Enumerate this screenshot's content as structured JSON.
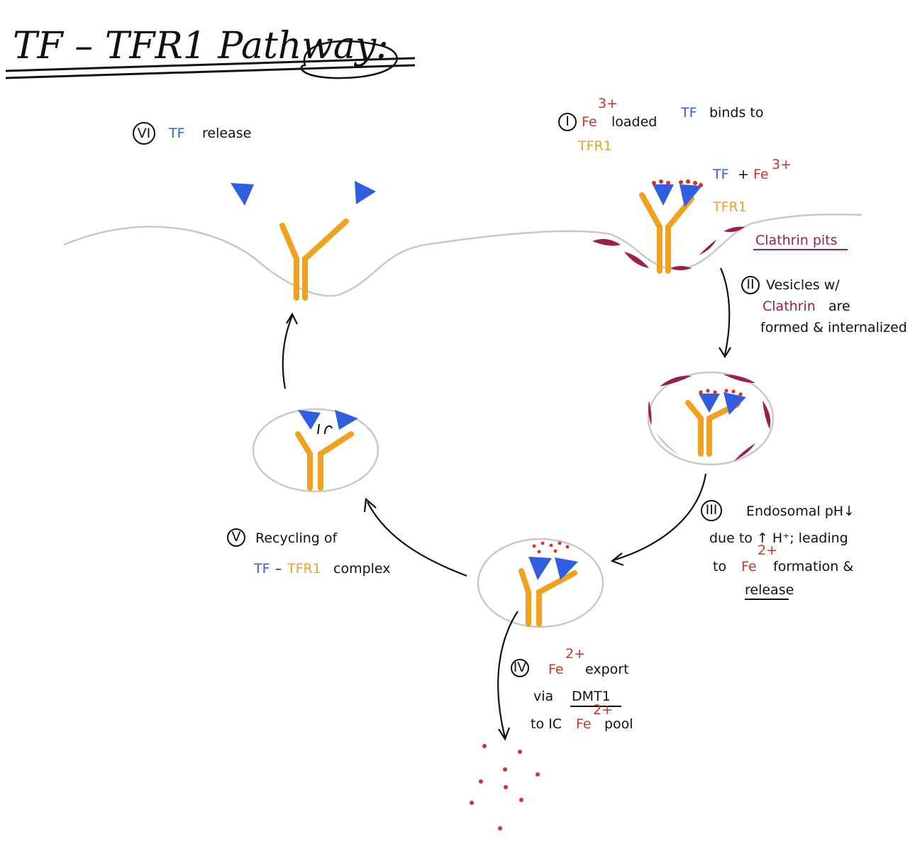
{
  "title": "TF – TFR1 Pathway:",
  "colors": {
    "tf": "#2f5fe0",
    "iron": "#d9302c",
    "receptor": "#f0a21f",
    "clathrin": "#9b1f4f",
    "membrane": "#c8c8c8",
    "ink": "#111111"
  },
  "steps": {
    "s1": {
      "num": "I",
      "fe": "Fe",
      "fe_sup": "3+",
      "mid": "loaded",
      "tf": "TF",
      "end": "binds to",
      "tfr": "TFR1"
    },
    "s2": {
      "num": "II",
      "line1": "Vesicles w/",
      "clathrin": "Clathrin",
      "line2_end": "are",
      "line3": "formed & internalized"
    },
    "s3": {
      "num": "III",
      "line1": "Endosomal pH↓",
      "line2": "due to ↑ H⁺; leading",
      "line3_start": "to",
      "fe": "Fe",
      "fe_sup": "2+",
      "line3_end": "formation &",
      "line4": "release"
    },
    "s4": {
      "num": "IV",
      "fe": "Fe",
      "fe_sup": "2+",
      "line1_end": "export",
      "line2_start": "via",
      "dmt": "DMT1",
      "line3_start": "to IC",
      "fe3": "Fe",
      "fe3_sup": "2+",
      "line3_end": "pool"
    },
    "s5": {
      "num": "V",
      "line1": "Recycling of",
      "tf": "TF",
      "dash": "–",
      "tfr": "TFR1",
      "end": "complex"
    },
    "s6": {
      "num": "VI",
      "tf": "TF",
      "end": "release"
    }
  },
  "annotations": {
    "tf_plus": "TF",
    "plus": "+",
    "fe": "Fe",
    "fe_sup": "3+",
    "tfr": "TFR1",
    "clathrin_pits": "Clathrin pits"
  }
}
